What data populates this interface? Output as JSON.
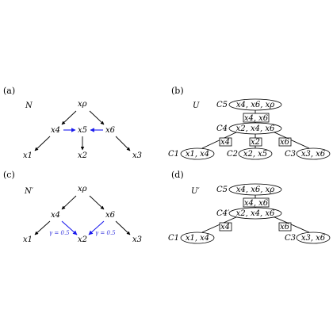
{
  "panels": {
    "a": {
      "label": "(a)",
      "title": "N",
      "nodes": {
        "xrho": "xρ",
        "x4": "x4",
        "x5": "x5",
        "x6": "x6",
        "x1": "x1",
        "x2": "x2",
        "x3": "x3"
      }
    },
    "b": {
      "label": "(b)",
      "title": "U",
      "cliques": {
        "c5": {
          "name": "C5",
          "content": "x4, x6, xρ"
        },
        "c4": {
          "name": "C4",
          "content": "x2, x4, x6"
        },
        "c1": {
          "name": "C1",
          "content": "x1, x4"
        },
        "c2": {
          "name": "C2",
          "content": "x2, x5"
        },
        "c3": {
          "name": "C3",
          "content": "x3, x6"
        }
      },
      "separators": {
        "s46": "x4, x6",
        "s4": "x4",
        "s2": "x2",
        "s6": "x6"
      }
    },
    "c": {
      "label": "(c)",
      "title": "N′",
      "nodes": {
        "xrho": "xρ",
        "x4": "x4",
        "x6": "x6",
        "x1": "x1",
        "x2": "x2",
        "x3": "x3"
      },
      "gamma_left": "γ = 0.5",
      "gamma_right": "γ = 0.5"
    },
    "d": {
      "label": "(d)",
      "title": "U′",
      "cliques": {
        "c5": {
          "name": "C5",
          "content": "x4, x6, xρ"
        },
        "c4": {
          "name": "C4′",
          "content": "x2, x4, x6"
        },
        "c1": {
          "name": "C1",
          "content": "x1, x4"
        },
        "c3": {
          "name": "C3",
          "content": "x3, x6"
        }
      },
      "separators": {
        "s46": "x4, x6",
        "s4": "x4",
        "s6": "x6"
      }
    }
  },
  "colors": {
    "reticulation_edge": "#1a1aee",
    "gamma_text": "#3333dd"
  }
}
